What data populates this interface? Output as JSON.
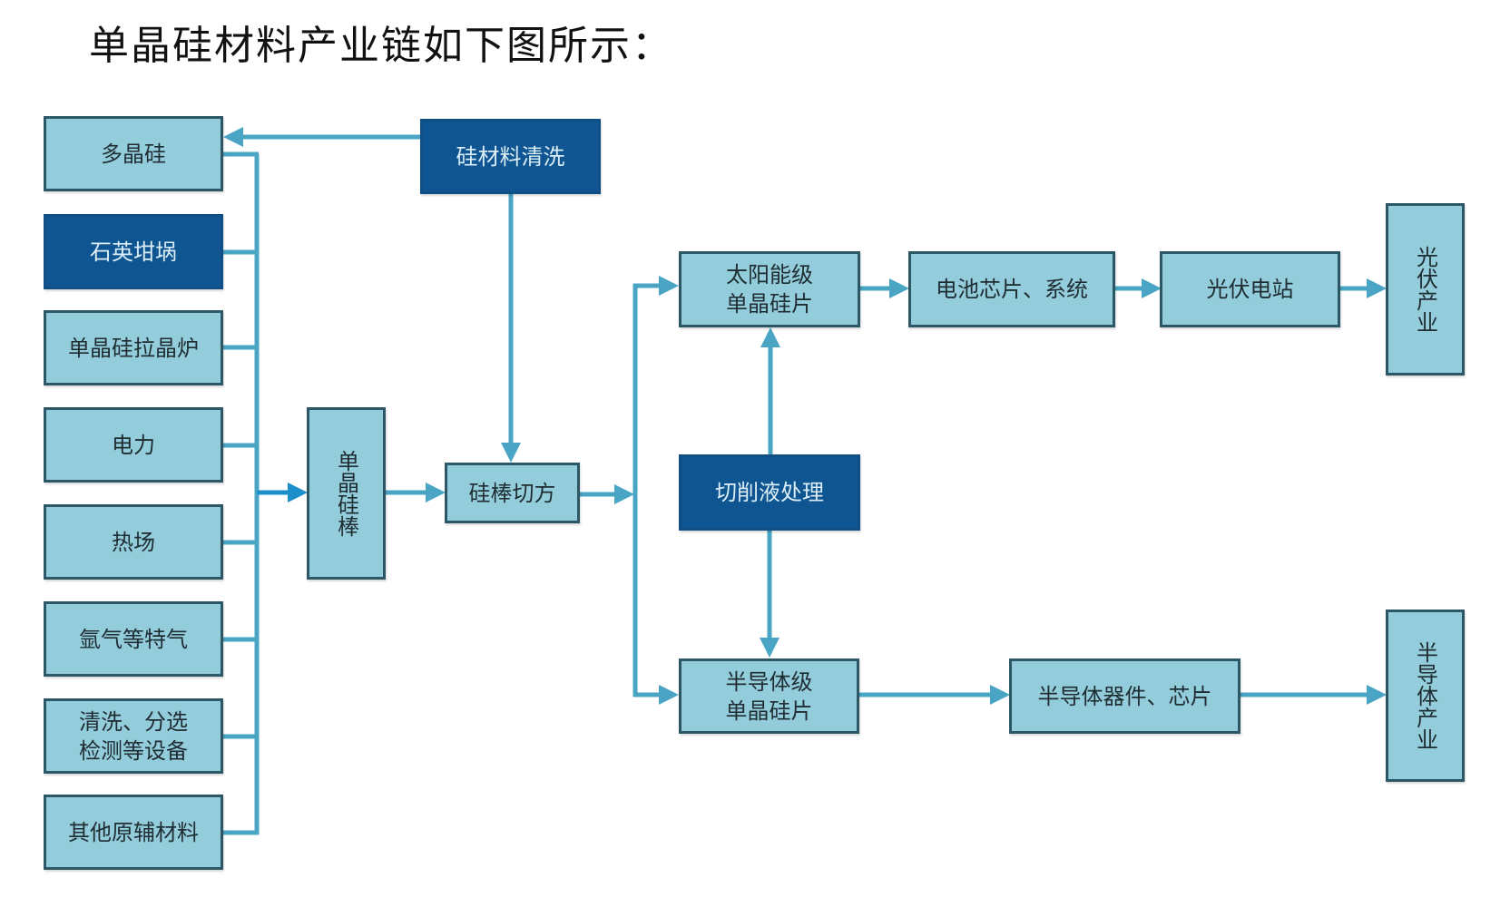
{
  "title": "单晶硅材料产业链如下图所示：",
  "colors": {
    "node_fill": "#93ccdb",
    "node_fill_dark": "#0f5592",
    "node_border": "#2c5866",
    "connector": "#4aa5c4",
    "connector_bright": "#1c8fca"
  },
  "inputs": [
    {
      "id": "polysilicon",
      "label": "多晶硅"
    },
    {
      "id": "quartz-crucible",
      "label": "石英坩埚"
    },
    {
      "id": "crystal-furnace",
      "label": "单晶硅拉晶炉"
    },
    {
      "id": "electricity",
      "label": "电力"
    },
    {
      "id": "thermal-field",
      "label": "热场"
    },
    {
      "id": "argon-gases",
      "label": "氩气等特气"
    },
    {
      "id": "cleaning-equipment",
      "label": "清洗、分选\n检测等设备"
    },
    {
      "id": "other-materials",
      "label": "其他原辅材料"
    }
  ],
  "nodes": {
    "silicon_cleaning": "硅材料清洗",
    "mono_ingot": "单晶硅棒",
    "ingot_squaring": "硅棒切方",
    "cutting_fluid": "切削液处理",
    "solar_wafer": "太阳能级\n单晶硅片",
    "semi_wafer": "半导体级\n单晶硅片",
    "cells_systems": "电池芯片、系统",
    "pv_station": "光伏电站",
    "pv_industry": "光伏产业",
    "semi_devices": "半导体器件、芯片",
    "semi_industry": "半导体产业"
  },
  "edges": [
    {
      "from": "硅材料清洗",
      "to": "多晶硅"
    },
    {
      "from": "硅材料清洗",
      "to": "硅棒切方"
    },
    {
      "from": "inputs",
      "to": "单晶硅棒"
    },
    {
      "from": "单晶硅棒",
      "to": "硅棒切方"
    },
    {
      "from": "硅棒切方",
      "to": "太阳能级单晶硅片"
    },
    {
      "from": "硅棒切方",
      "to": "半导体级单晶硅片"
    },
    {
      "from": "切削液处理",
      "to": "太阳能级单晶硅片"
    },
    {
      "from": "切削液处理",
      "to": "半导体级单晶硅片"
    },
    {
      "from": "太阳能级单晶硅片",
      "to": "电池芯片、系统"
    },
    {
      "from": "电池芯片、系统",
      "to": "光伏电站"
    },
    {
      "from": "光伏电站",
      "to": "光伏产业"
    },
    {
      "from": "半导体级单晶硅片",
      "to": "半导体器件、芯片"
    },
    {
      "from": "半导体器件、芯片",
      "to": "半导体产业"
    }
  ]
}
